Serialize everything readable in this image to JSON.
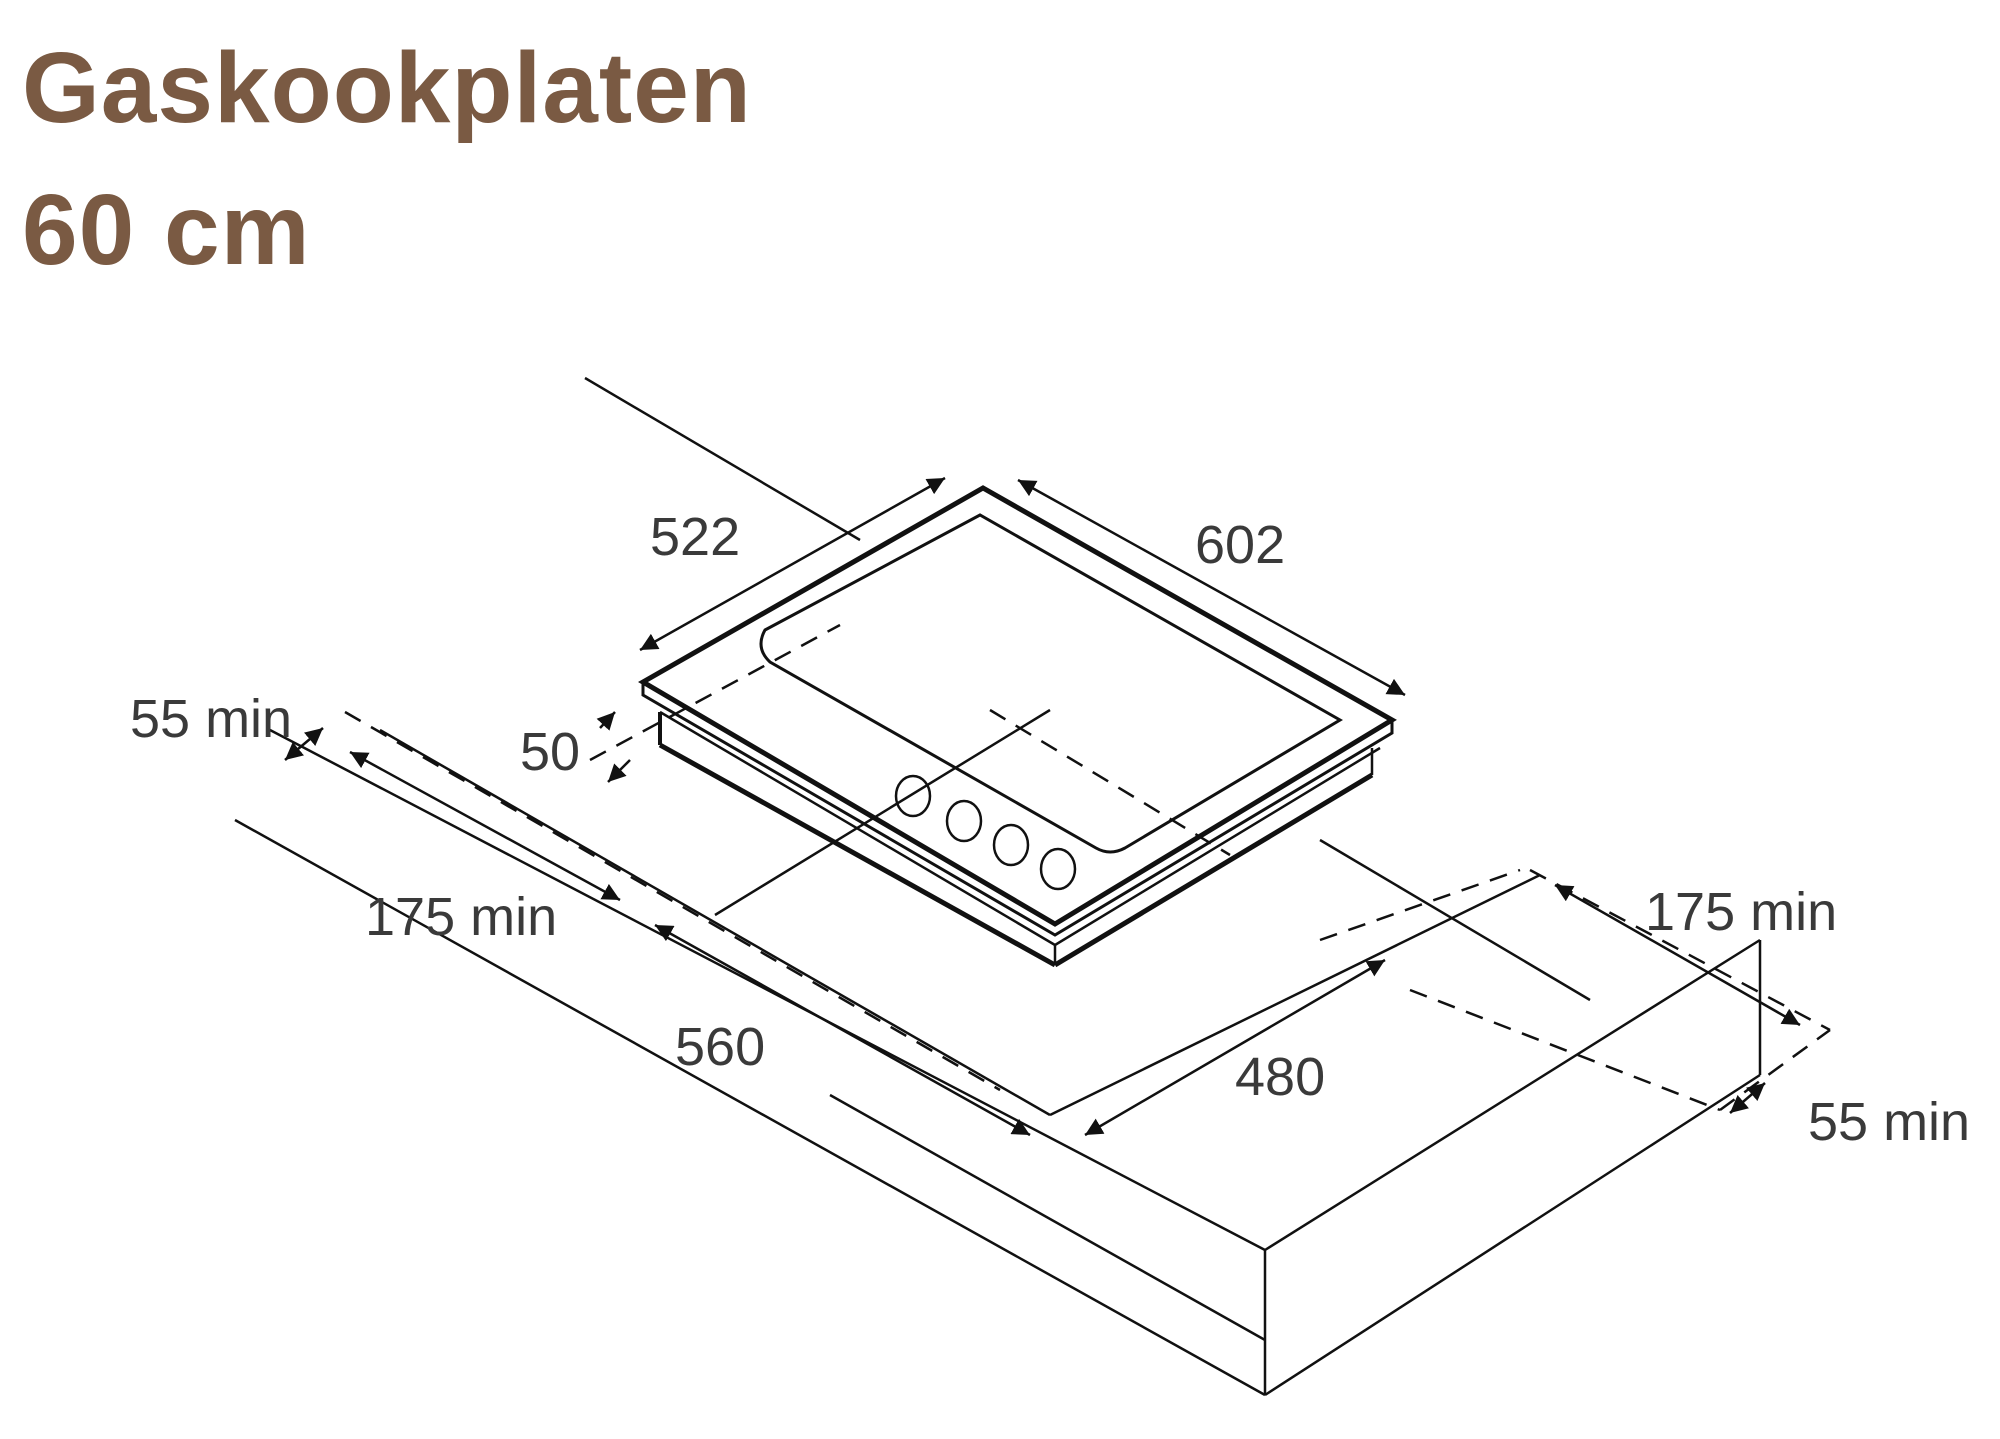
{
  "title": {
    "line1": "Gaskookplaten",
    "line2": "60 cm"
  },
  "colors": {
    "title": "#7a5a43",
    "lines": "#111111",
    "labels": "#3a3a3a"
  },
  "diagram": {
    "subject": "gas hob built-in dimensions",
    "dimensions": {
      "hob_depth": "522",
      "hob_width": "602",
      "hob_height": "50",
      "cutout_depth": "480",
      "cutout_width": "560",
      "left_side_clearance": "175 min",
      "right_side_clearance": "175 min",
      "rear_clearance_left": "55 min",
      "front_clearance_right": "55 min"
    },
    "burner_knob_count": 4
  }
}
